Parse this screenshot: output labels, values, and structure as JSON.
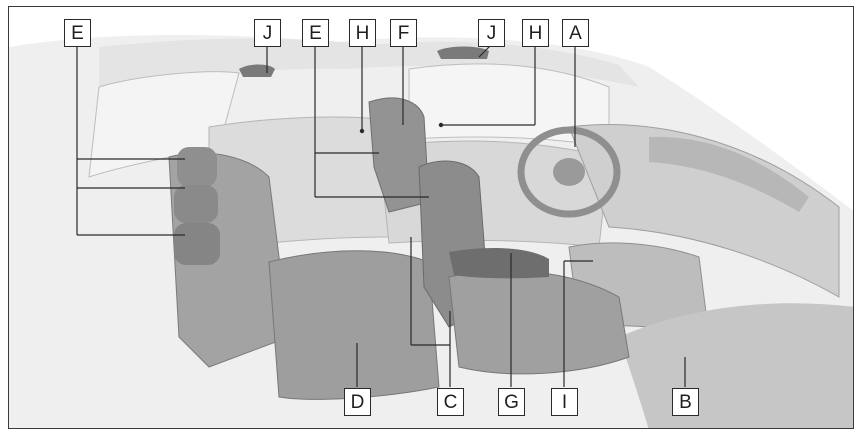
{
  "diagram": {
    "callouts": [
      {
        "id": "E_top_left",
        "letter": "E"
      },
      {
        "id": "J_left",
        "letter": "J"
      },
      {
        "id": "E_center",
        "letter": "E"
      },
      {
        "id": "H_left",
        "letter": "H"
      },
      {
        "id": "F",
        "letter": "F"
      },
      {
        "id": "J_right",
        "letter": "J"
      },
      {
        "id": "H_right",
        "letter": "H"
      },
      {
        "id": "A",
        "letter": "A"
      },
      {
        "id": "D",
        "letter": "D"
      },
      {
        "id": "C",
        "letter": "C"
      },
      {
        "id": "G",
        "letter": "G"
      },
      {
        "id": "I",
        "letter": "I"
      },
      {
        "id": "B",
        "letter": "B"
      }
    ]
  }
}
